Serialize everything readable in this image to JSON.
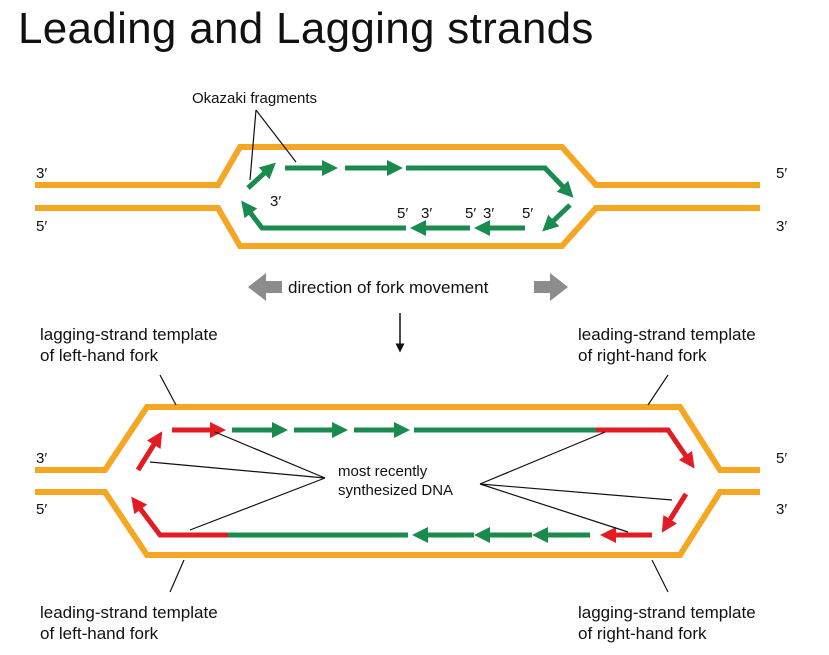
{
  "title": "Leading and Lagging strands",
  "top": {
    "okazaki_label": "Okazaki fragments",
    "left_top_end": "3′",
    "left_bottom_end": "5′",
    "right_top_end": "5′",
    "right_bottom_end": "3′",
    "inner_labels": [
      "3′",
      "5′",
      "3′",
      "5′",
      "3′",
      "5′"
    ]
  },
  "direction_label": "direction of fork movement",
  "bottom": {
    "left_top_end": "3′",
    "left_bottom_end": "5′",
    "right_top_end": "5′",
    "right_bottom_end": "3′",
    "lagging_left_line1": "lagging-strand template",
    "lagging_left_line2": "of left-hand fork",
    "leading_right_line1": "leading-strand template",
    "leading_right_line2": "of right-hand fork",
    "leading_left_line1": "leading-strand template",
    "leading_left_line2": "of left-hand fork",
    "lagging_right_line1": "lagging-strand template",
    "lagging_right_line2": "of right-hand fork",
    "center_line1": "most recently",
    "center_line2": "synthesized DNA"
  },
  "colors": {
    "template": "#f5a623",
    "new_dna": "#1a8a4f",
    "recent_dna": "#e31b23",
    "direction_arrow": "#8c8c8c"
  }
}
